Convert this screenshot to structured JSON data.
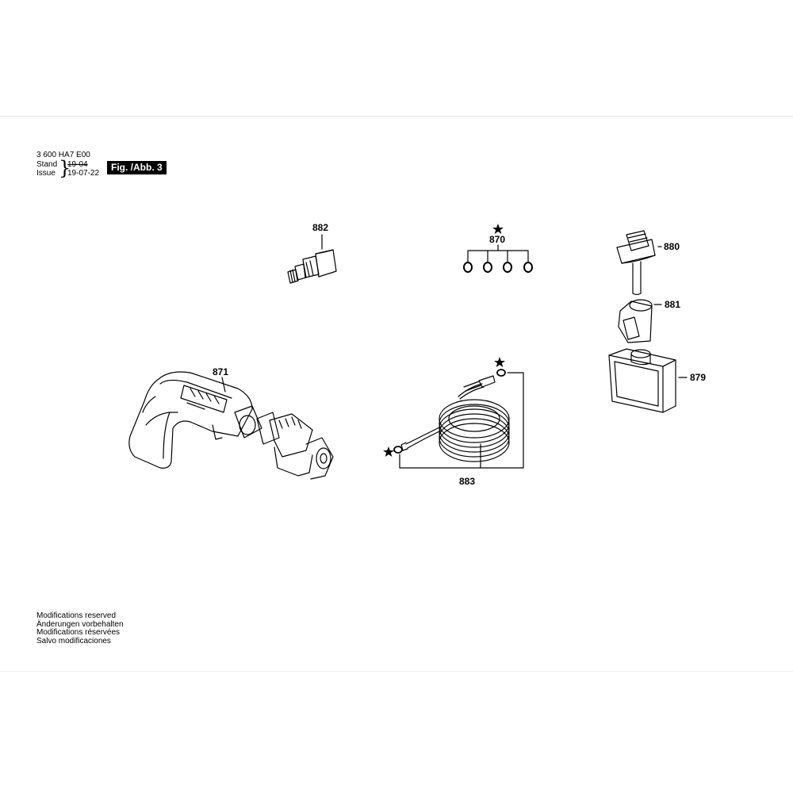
{
  "header": {
    "doc_number": "3 600 HA7 E00",
    "stand_label": "Stand",
    "issue_label": "Issue",
    "stand_value": "19-04",
    "issue_value": "19-07-22",
    "figure_badge": "Fig. /Abb. 3"
  },
  "parts": {
    "p882": "882",
    "p870": "870",
    "p880": "880",
    "p881": "881",
    "p879": "879",
    "p871": "871",
    "p883": "883"
  },
  "footer": {
    "lines": [
      "Modifications reserved",
      "Änderungen vorbehalten",
      "Modifications réservées",
      "Salvo modificaciones"
    ]
  }
}
